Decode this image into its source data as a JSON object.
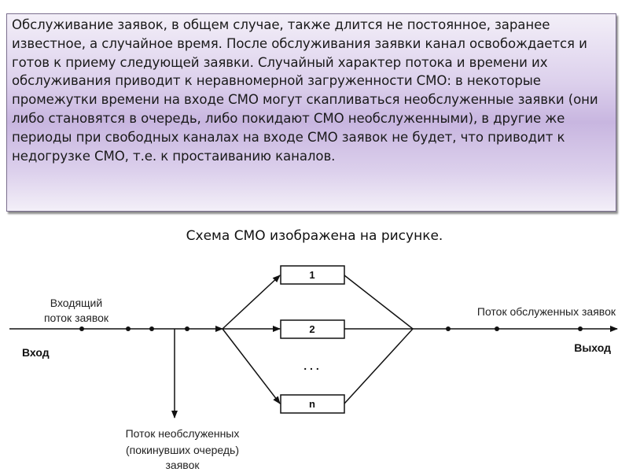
{
  "paragraph": "Обслуживание заявок, в общем случае, также длится не постоянное, заранее известное, а случайное время. После обслуживания заявки канал освобождается и готов к приему следующей заявки. Случайный характер потока и времени их обслуживания приводит к неравномерной загруженности СМО: в некоторые промежутки времени на входе СМО могут скапливаться необслуженные заявки (они либо становятся в очередь, либо покидают СМО необслуженными), в другие же периоды при свободных каналах на входе СМО заявок не будет, что приводит к недогрузке СМО, т.е. к простаиванию каналов.",
  "caption": "Схема СМО изображена на рисунке.",
  "diagram": {
    "incoming_line1": "Входящий",
    "incoming_line2": "поток заявок",
    "input": "Вход",
    "output": "Выход",
    "served_flow": "Поток обслуженных заявок",
    "unserved_line1": "Поток необслуженных",
    "unserved_line2": "(покинувших очередь)",
    "unserved_line3": "заявок",
    "channels": [
      "1",
      "2",
      "n"
    ],
    "ellipsis": ". . ."
  }
}
